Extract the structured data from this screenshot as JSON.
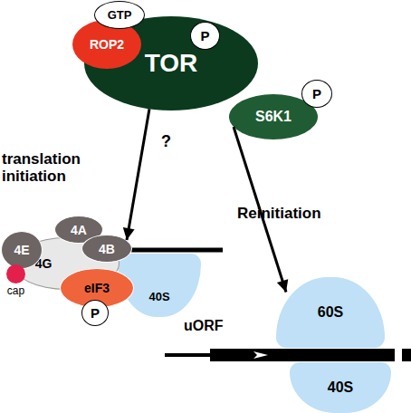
{
  "diagram": {
    "nodes": [
      {
        "text": [
          "GTP"
        ]
      },
      {
        "text": [
          "ROP2"
        ]
      },
      {
        "text": [
          "TOR"
        ]
      },
      {
        "text": [
          "P"
        ]
      },
      {
        "text": [
          "S6K1"
        ]
      },
      {
        "text": [
          "P"
        ]
      },
      {
        "text": [
          "4G"
        ]
      },
      {
        "text": [
          "4E"
        ]
      },
      {
        "text": [
          "4A"
        ]
      },
      {
        "text": [
          "4B"
        ]
      },
      {
        "text": [
          "cap"
        ]
      },
      {
        "text": [
          "eIF3"
        ]
      },
      {
        "text": [
          "P"
        ]
      },
      {
        "text": [
          "40S"
        ]
      },
      {
        "text": [
          "60S"
        ]
      },
      {
        "text": [
          "40S"
        ]
      }
    ],
    "edges": [
      {
        "from": 2,
        "to": 9,
        "arrow": "to",
        "label": "?"
      },
      {
        "from": 4,
        "to": 14,
        "arrow": "to",
        "label": "Reinitiation"
      }
    ],
    "labels": [
      "translation initiation",
      "uORF"
    ]
  }
}
